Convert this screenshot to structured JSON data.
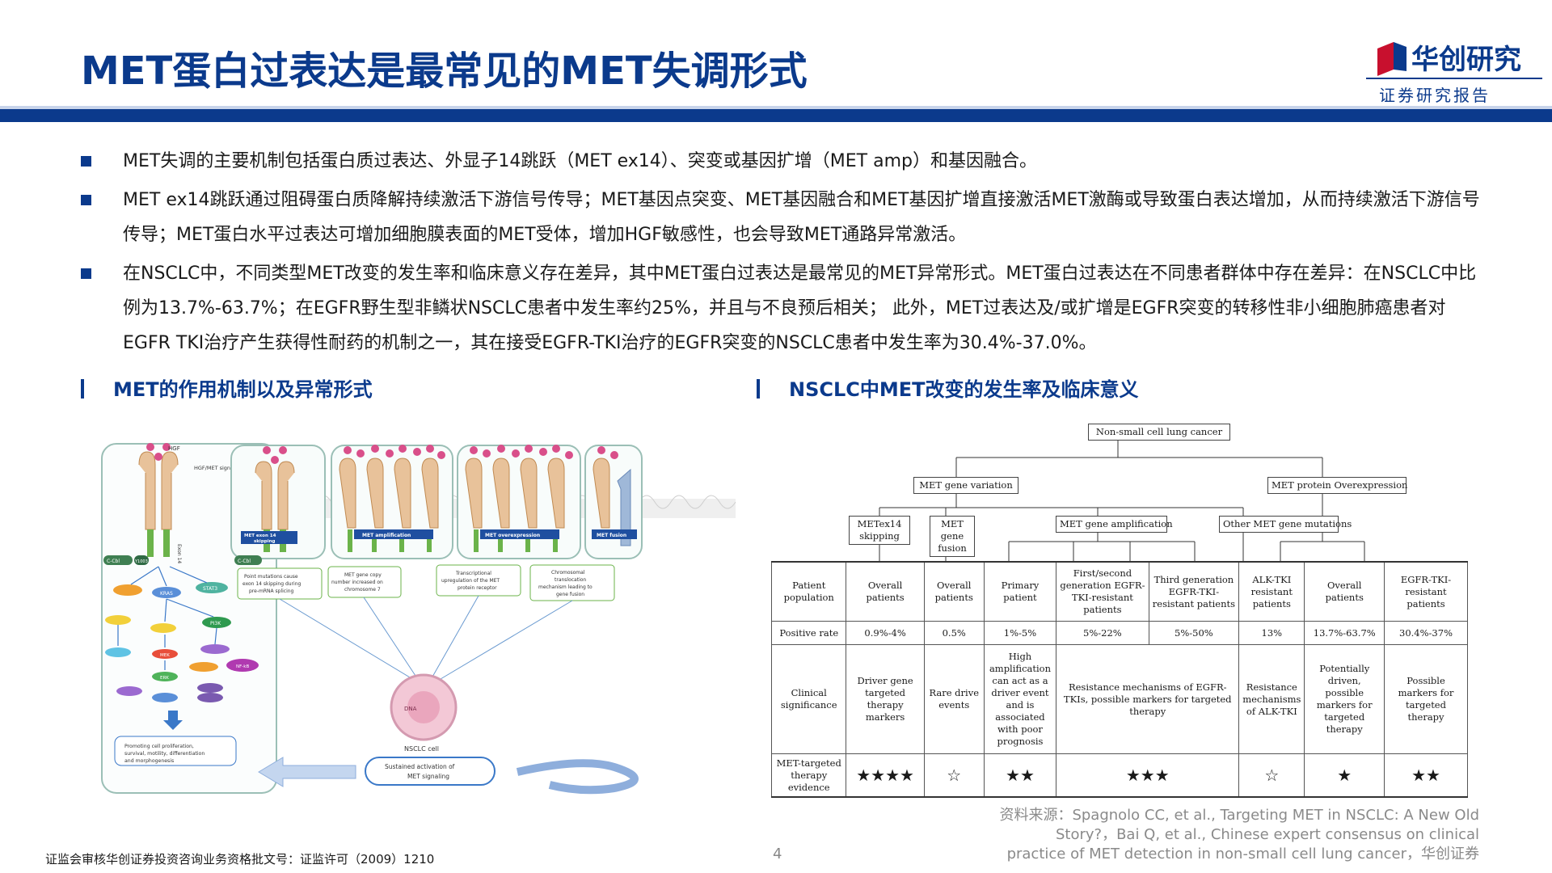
{
  "header": {
    "title": "MET蛋白过表达是最常见的MET失调形式",
    "logo_name": "华创研究",
    "logo_sub": "证券研究报告"
  },
  "bullets": [
    "MET失调的主要机制包括蛋白质过表达、外显子14跳跃（MET ex14）、突变或基因扩增（MET amp）和基因融合。",
    "MET ex14跳跃通过阻碍蛋白质降解持续激活下游信号传导；MET基因点突变、MET基因融合和MET基因扩增直接激活MET激酶或导致蛋白表达增加，从而持续激活下游信号传导；MET蛋白水平过表达可增加细胞膜表面的MET受体，增加HGF敏感性，也会导致MET通路异常激活。",
    "在NSCLC中，不同类型MET改变的发生率和临床意义存在差异，其中MET蛋白过表达是最常见的MET异常形式。MET蛋白过表达在不同患者群体中存在差异：在NSCLC中比例为13.7%-63.7%；在EGFR野生型非鳞状NSCLC患者中发生率约25%，并且与不良预后相关； 此外，MET过表达及/或扩增是EGFR突变的转移性非小细胞肺癌患者对EGFR TKI治疗产生获得性耐药的机制之一，其在接受EGFR-TKI治疗的EGFR突变的NSCLC患者中发生率为30.4%-37.0%。"
  ],
  "sections": {
    "left_title": "MET的作用机制以及异常形式",
    "right_title": "NSCLC中MET改变的发生率及临床意义"
  },
  "left_figure": {
    "hgf": "HGF",
    "pathway": "HGF/MET signaling pathway",
    "exon14": "Exon 14",
    "ccbl": "C-Cbl",
    "y1003": "Y1003",
    "kras": "KRAS",
    "stat3": "STAT3",
    "pi3k": "PI3K",
    "mek": "MEK",
    "erk": "ERK",
    "nfkb": "NF-kB",
    "skip_label": "MET exon 14 skipping",
    "amp_label": "MET amplification",
    "over_label": "MET overexpression",
    "fusion_label": "MET fusion",
    "box1": "Point mutations cause exon 14 skipping during pre-mRNA splicing",
    "box2": "MET gene copy number increased on chromosome 7",
    "box3": "Transcriptional upregulation of the MET protein receptor",
    "box4": "Chromosomal translocation mechanism leading to gene fusion",
    "cell": "NSCLC cell",
    "sustained": "Sustained activation of MET signaling",
    "outcome": "Promoting cell proliferation, survival, motility, differentiation and morphogenesis"
  },
  "tree": {
    "root": "Non-small cell lung cancer",
    "variation": "MET gene variation",
    "overexpr": "MET protein Overexpression",
    "ex14": "METex14 skipping",
    "fusion": "MET gene fusion",
    "amplification": "MET gene amplification",
    "other": "Other MET gene mutations"
  },
  "table": {
    "row_headers": [
      "Patient population",
      "Positive rate",
      "Clinical significance",
      "MET-targeted therapy evidence"
    ],
    "population": [
      "Overall patients",
      "Overall patients",
      "Primary patient",
      "First/second generation EGFR-TKI-resistant patients",
      "Third generation EGFR-TKI-resistant patients",
      "ALK-TKI resistant patients",
      "Overall patients",
      "EGFR-TKI-resistant patients"
    ],
    "rate": [
      "0.9%-4%",
      "0.5%",
      "1%-5%",
      "5%-22%",
      "5%-50%",
      "13%",
      "13.7%-63.7%",
      "30.4%-37%"
    ],
    "significance": [
      "Driver gene targeted therapy markers",
      "Rare drive events",
      "High amplification can act as a driver event and is associated with poor prognosis",
      "Resistance mechanisms of EGFR-TKIs, possible markers for targeted therapy",
      "Resistance mechanisms of ALK-TKI",
      "Potentially driven, possible markers for targeted therapy",
      "Possible markers for targeted therapy"
    ],
    "evidence": [
      "★★★★",
      "☆",
      "★★",
      "★★★",
      "☆",
      "★",
      "★★"
    ]
  },
  "source": "资料来源：Spagnolo CC, et al., Targeting MET in NSCLC: A New Old Story?，Bai Q, et al., Chinese expert consensus on clinical practice of MET detection in non-small cell lung cancer，华创证券",
  "footer": {
    "license": "证监会审核华创证券投资咨询业务资格批文号：证监许可（2009）1210",
    "page": "4"
  },
  "colors": {
    "brand": "#0b3a8c",
    "receptor": "#e8c29a",
    "ligand": "#d94f8a",
    "membrane_green": "#6bb34a"
  }
}
